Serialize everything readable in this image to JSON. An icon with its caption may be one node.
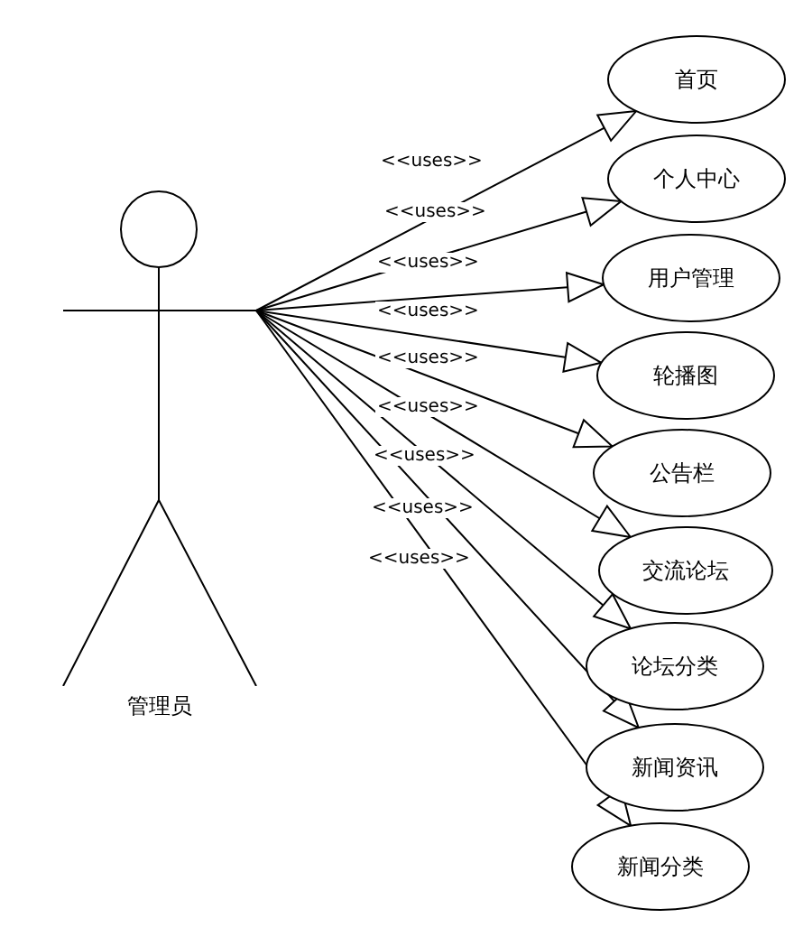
{
  "diagram": {
    "nodes": [
      {
        "text": [
          "管理员"
        ]
      },
      {
        "text": [
          "首页"
        ]
      },
      {
        "text": [
          "个人中心"
        ]
      },
      {
        "text": [
          "用户管理"
        ]
      },
      {
        "text": [
          "轮播图"
        ]
      },
      {
        "text": [
          "公告栏"
        ]
      },
      {
        "text": [
          "交流论坛"
        ]
      },
      {
        "text": [
          "论坛分类"
        ]
      },
      {
        "text": [
          "新闻资讯"
        ]
      },
      {
        "text": [
          "新闻分类"
        ]
      }
    ],
    "edges": [
      {
        "from": 0,
        "to": 1,
        "arrow": "to",
        "label": "<<uses>>"
      },
      {
        "from": 0,
        "to": 2,
        "arrow": "to",
        "label": "<<uses>>"
      },
      {
        "from": 0,
        "to": 3,
        "arrow": "to",
        "label": "<<uses>>"
      },
      {
        "from": 0,
        "to": 4,
        "arrow": "to",
        "label": "<<uses>>"
      },
      {
        "from": 0,
        "to": 5,
        "arrow": "to",
        "label": "<<uses>>"
      },
      {
        "from": 0,
        "to": 6,
        "arrow": "to",
        "label": "<<uses>>"
      },
      {
        "from": 0,
        "to": 7,
        "arrow": "to",
        "label": "<<uses>>"
      },
      {
        "from": 0,
        "to": 8,
        "arrow": "to",
        "label": "<<uses>>"
      },
      {
        "from": 0,
        "to": 9,
        "arrow": "to",
        "label": "<<uses>>"
      }
    ]
  }
}
